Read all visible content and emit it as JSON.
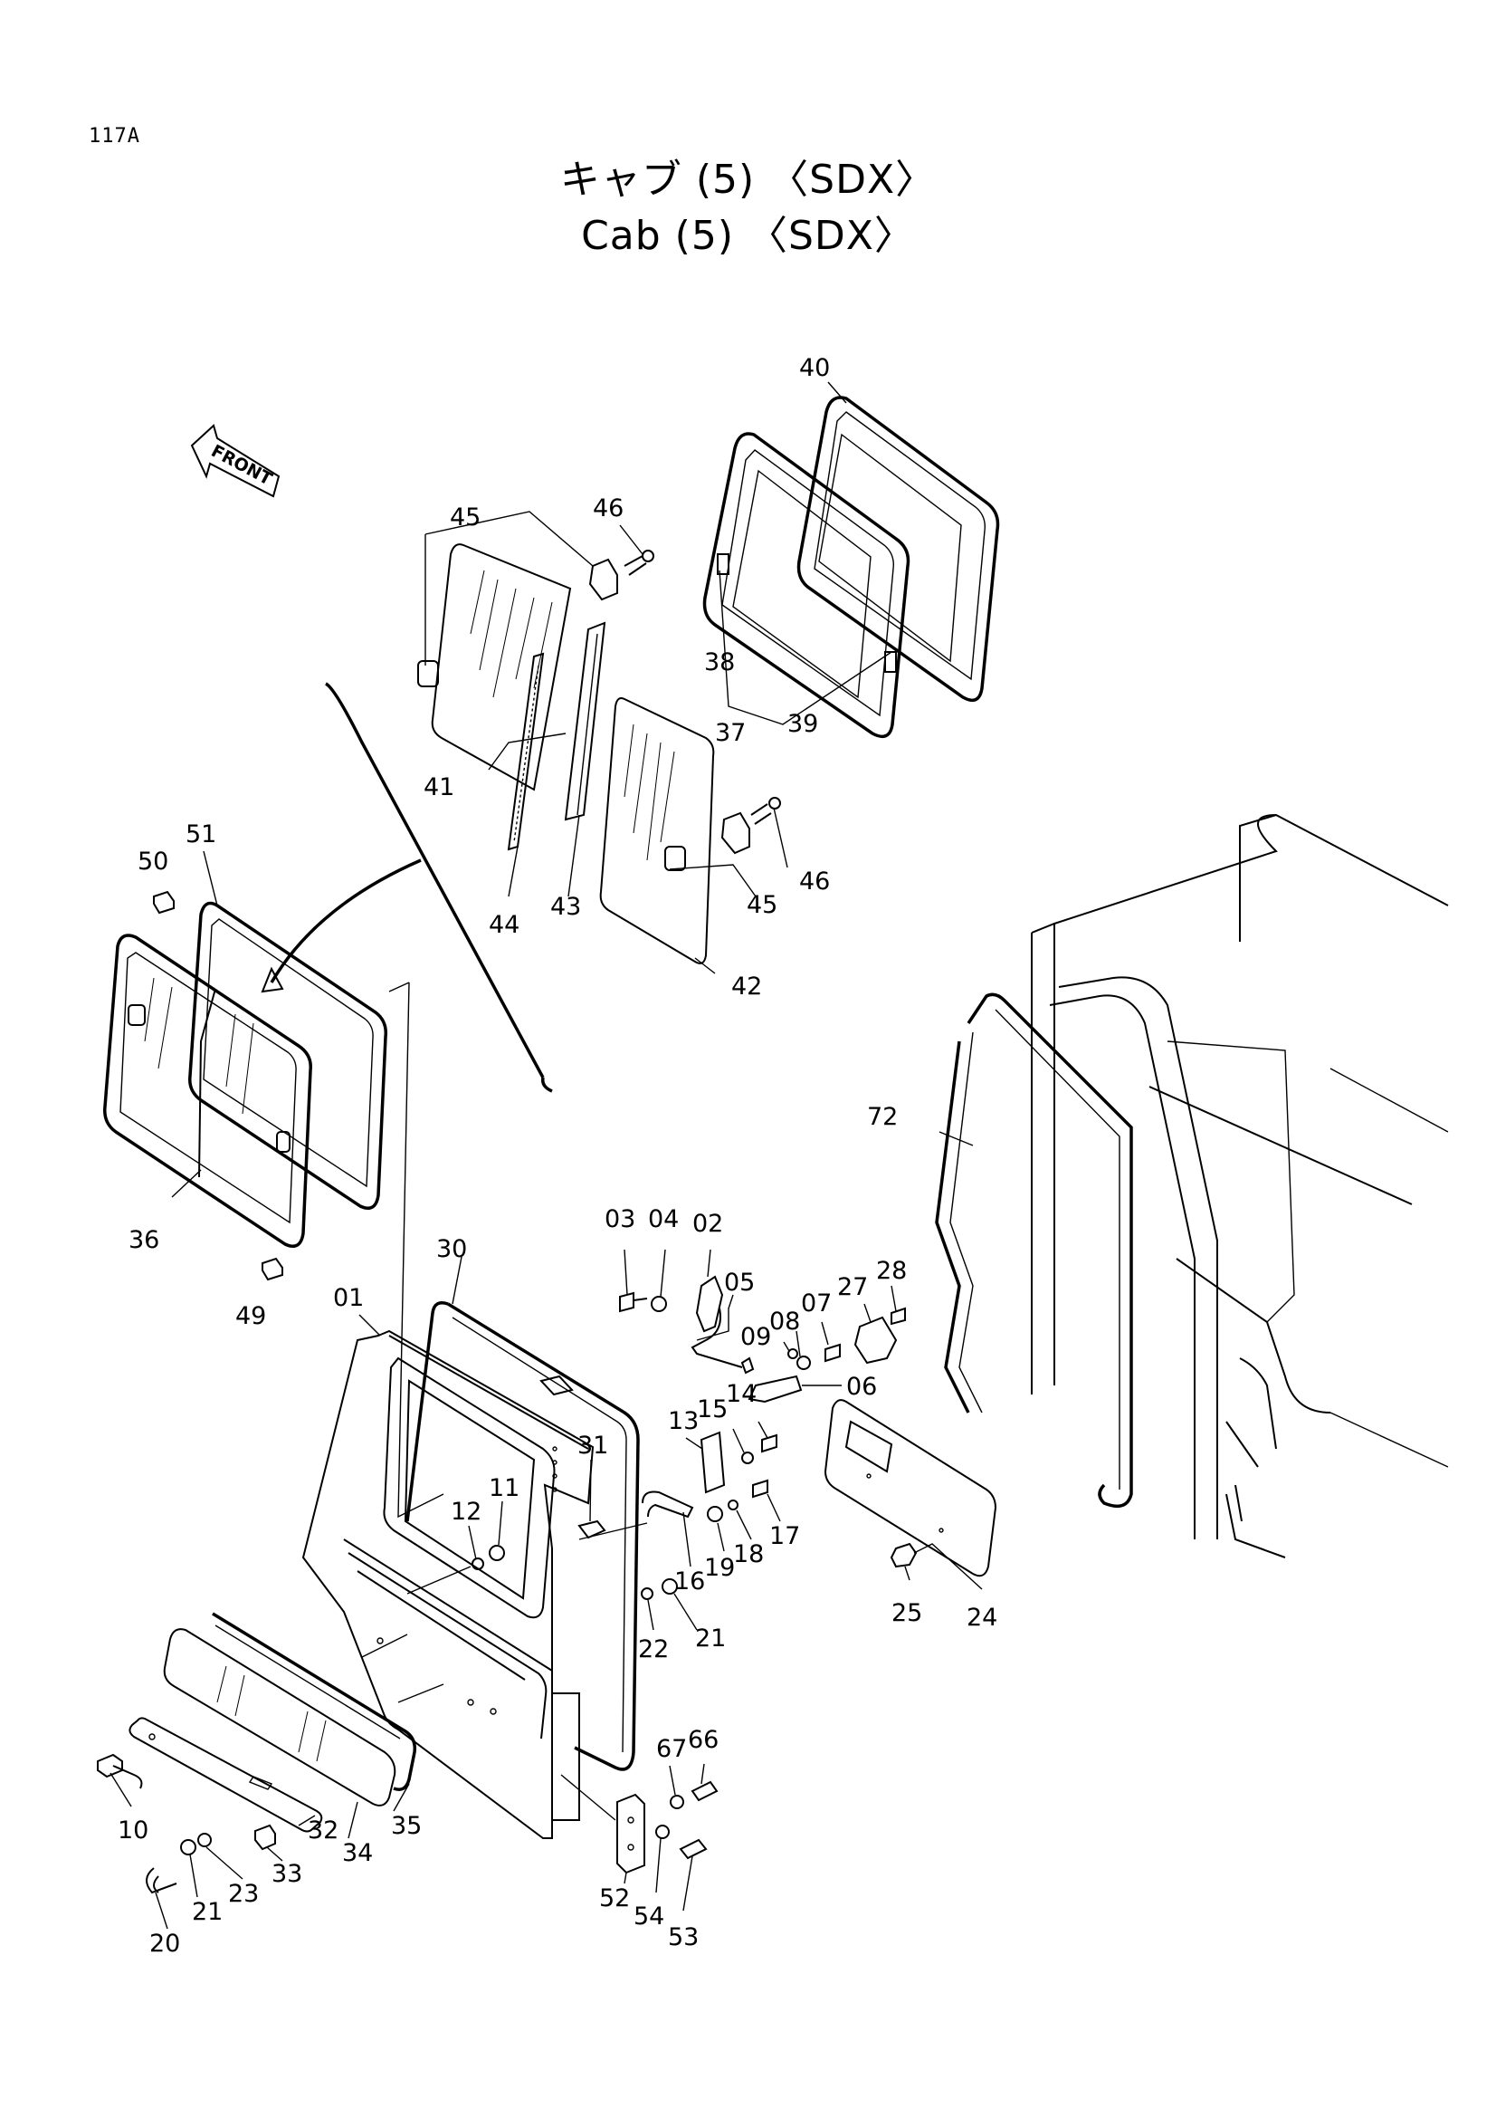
{
  "page_code": "117A",
  "title_jp": "キャブ (5) 〈SDX〉",
  "title_en": "Cab (5) 〈SDX〉",
  "front_label": "FRONT",
  "callouts": [
    {
      "id": "p40",
      "text": "40"
    },
    {
      "id": "p45a",
      "text": "45"
    },
    {
      "id": "p46a",
      "text": "46"
    },
    {
      "id": "p38",
      "text": "38"
    },
    {
      "id": "p37",
      "text": "37"
    },
    {
      "id": "p39",
      "text": "39"
    },
    {
      "id": "p41",
      "text": "41"
    },
    {
      "id": "p44",
      "text": "44"
    },
    {
      "id": "p43",
      "text": "43"
    },
    {
      "id": "p46b",
      "text": "46"
    },
    {
      "id": "p45b",
      "text": "45"
    },
    {
      "id": "p42",
      "text": "42"
    },
    {
      "id": "p51",
      "text": "51"
    },
    {
      "id": "p50",
      "text": "50"
    },
    {
      "id": "p36",
      "text": "36"
    },
    {
      "id": "p49",
      "text": "49"
    },
    {
      "id": "p72",
      "text": "72"
    },
    {
      "id": "p30",
      "text": "30"
    },
    {
      "id": "p01",
      "text": "01"
    },
    {
      "id": "p03",
      "text": "03"
    },
    {
      "id": "p04",
      "text": "04"
    },
    {
      "id": "p02",
      "text": "02"
    },
    {
      "id": "p05",
      "text": "05"
    },
    {
      "id": "p27",
      "text": "27"
    },
    {
      "id": "p28",
      "text": "28"
    },
    {
      "id": "p07",
      "text": "07"
    },
    {
      "id": "p08",
      "text": "08"
    },
    {
      "id": "p09",
      "text": "09"
    },
    {
      "id": "p06",
      "text": "06"
    },
    {
      "id": "p14",
      "text": "14"
    },
    {
      "id": "p15",
      "text": "15"
    },
    {
      "id": "p13",
      "text": "13"
    },
    {
      "id": "p31",
      "text": "31"
    },
    {
      "id": "p12",
      "text": "12"
    },
    {
      "id": "p11",
      "text": "11"
    },
    {
      "id": "p17",
      "text": "17"
    },
    {
      "id": "p18",
      "text": "18"
    },
    {
      "id": "p19",
      "text": "19"
    },
    {
      "id": "p16",
      "text": "16"
    },
    {
      "id": "p25",
      "text": "25"
    },
    {
      "id": "p24",
      "text": "24"
    },
    {
      "id": "p22",
      "text": "22"
    },
    {
      "id": "p21a",
      "text": "21"
    },
    {
      "id": "p67",
      "text": "67"
    },
    {
      "id": "p66",
      "text": "66"
    },
    {
      "id": "p10",
      "text": "10"
    },
    {
      "id": "p35",
      "text": "35"
    },
    {
      "id": "p34",
      "text": "34"
    },
    {
      "id": "p32",
      "text": "32"
    },
    {
      "id": "p33",
      "text": "33"
    },
    {
      "id": "p23",
      "text": "23"
    },
    {
      "id": "p21b",
      "text": "21"
    },
    {
      "id": "p20",
      "text": "20"
    },
    {
      "id": "p52",
      "text": "52"
    },
    {
      "id": "p54",
      "text": "54"
    },
    {
      "id": "p53",
      "text": "53"
    }
  ]
}
